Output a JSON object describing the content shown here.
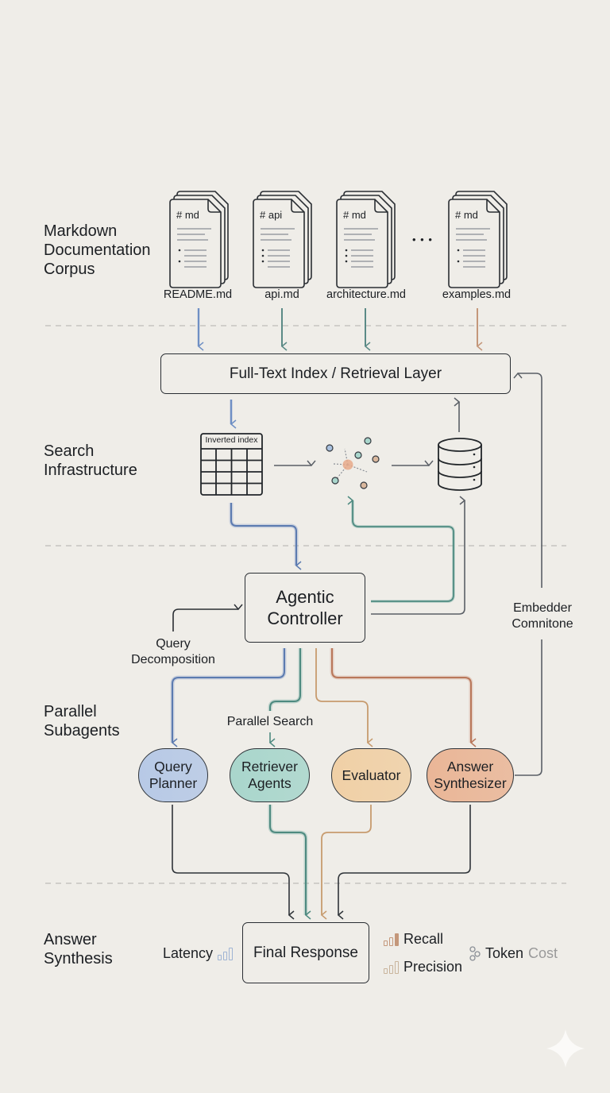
{
  "sections": {
    "corpus": [
      "Markdown",
      "Documentation",
      "Corpus"
    ],
    "search": [
      "Search",
      "Infrastructure"
    ],
    "subagents": [
      "Parallel",
      "Subagents"
    ],
    "synthesis": [
      "Answer",
      "Synthesis"
    ]
  },
  "documents": [
    {
      "heading": "# md",
      "filename": "README.md",
      "arrow_color": "#6f8fc4"
    },
    {
      "heading": "# api",
      "filename": "api.md",
      "arrow_color": "#5b8a86"
    },
    {
      "heading": "# md",
      "filename": "architecture.md",
      "arrow_color": "#5b8a86"
    },
    {
      "heading": "# md",
      "filename": "examples.md",
      "arrow_color": "#c4977a"
    }
  ],
  "ellipsis": "• • •",
  "retrieval_layer": {
    "label": "Full-Text Index / Retrieval Layer"
  },
  "inverted_index": {
    "label": "Inverted index"
  },
  "controller": {
    "line1": "Agentic",
    "line2": "Controller"
  },
  "query_decomposition": {
    "line1": "Query",
    "line2": "Decomposition"
  },
  "embedder_label": {
    "line1": "Embedder",
    "line2": "Comnitone"
  },
  "parallel_search": "Parallel Search",
  "subagents": [
    {
      "line1": "Query",
      "line2": "Planner",
      "color": "#b7c9e6",
      "edge": "#6f8fc4"
    },
    {
      "line1": "Retriever",
      "line2": "Agents",
      "color": "#a9d6cc",
      "edge": "#5b9e92"
    },
    {
      "line1": "Evaluator",
      "line2": "",
      "color": "#f0d0a6",
      "edge": "#c79b6e"
    },
    {
      "line1": "Answer",
      "line2": "Synthesizer",
      "color": "#eab697",
      "edge": "#c78a6c"
    }
  ],
  "final_response": "Final Response",
  "metrics": {
    "latency": "Latency",
    "recall": "Recall",
    "precision": "Precision",
    "token": "Token",
    "cost": "Cost"
  },
  "colors": {
    "blue": "#6f8fc4",
    "teal": "#5b9e92",
    "tan": "#c79b6e",
    "orange": "#c78a6c",
    "dark": "#3a3f45",
    "divider": "#c6c4bf"
  }
}
